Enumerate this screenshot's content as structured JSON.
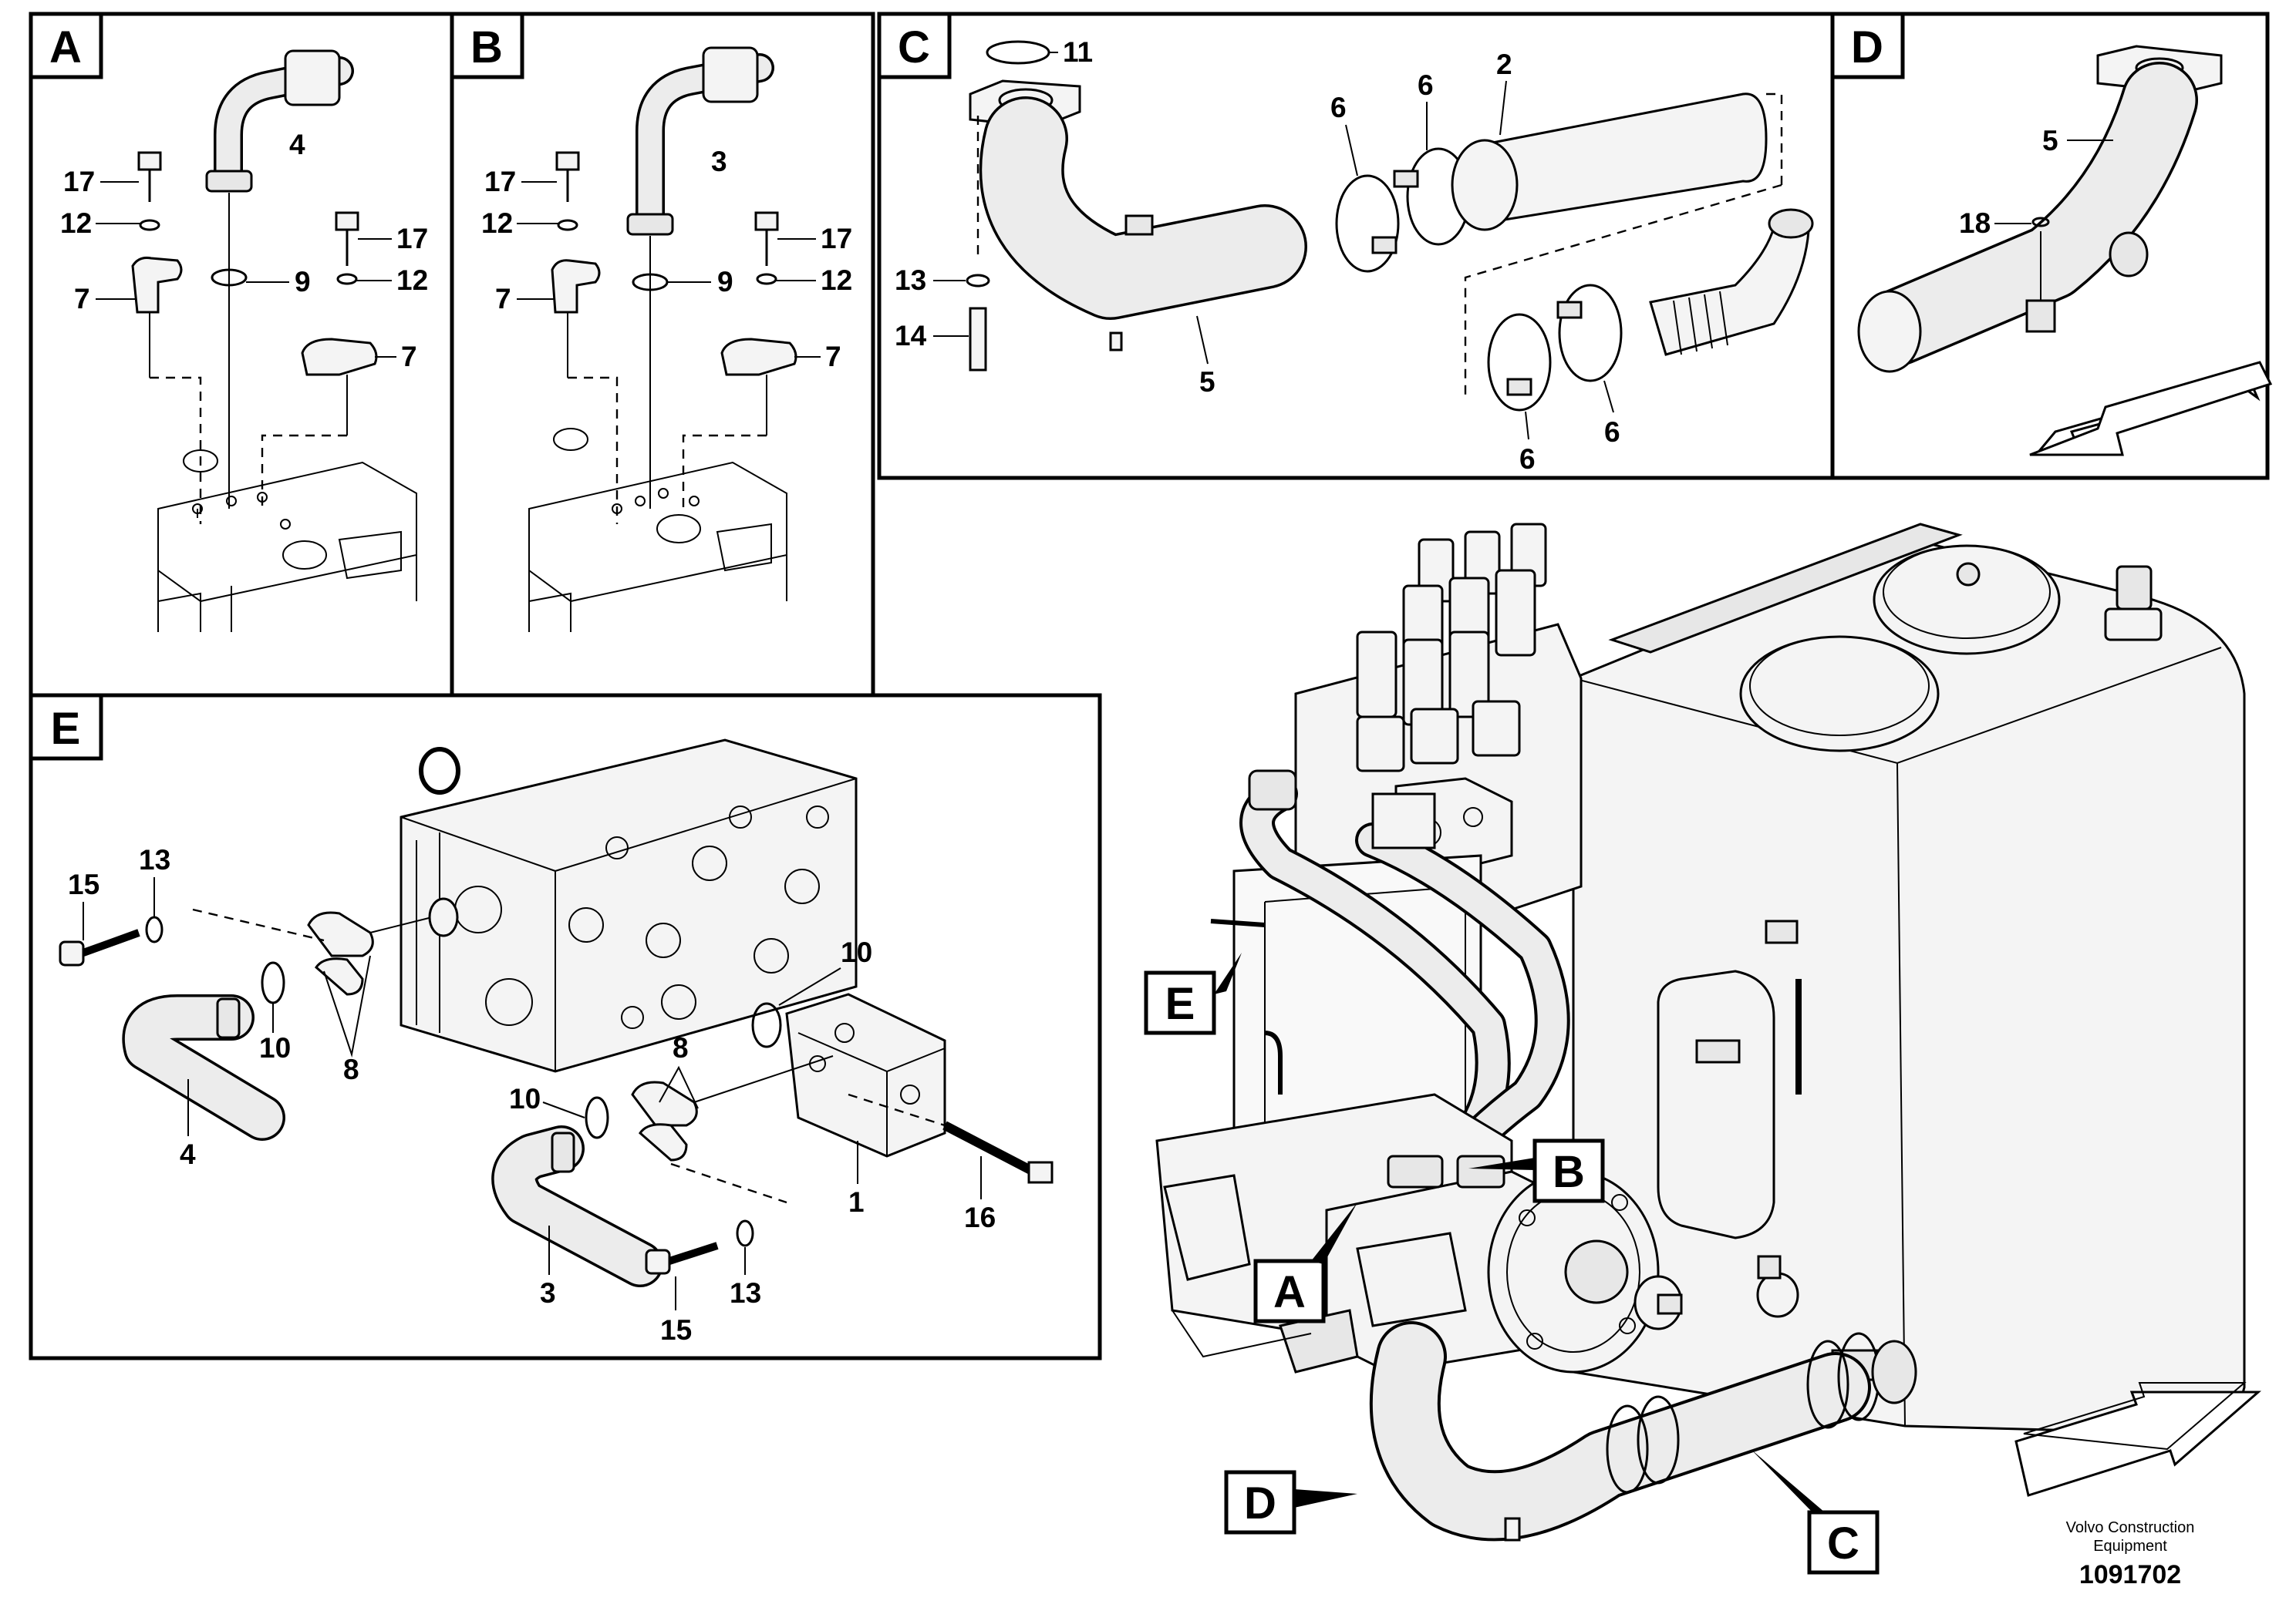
{
  "panels": {
    "a": {
      "letter": "A",
      "callouts": {
        "c4": "4",
        "c17a": "17",
        "c12a": "12",
        "c7a": "7",
        "c9": "9",
        "c17b": "17",
        "c12b": "12",
        "c7b": "7"
      }
    },
    "b": {
      "letter": "B",
      "callouts": {
        "c3": "3",
        "c17a": "17",
        "c12a": "12",
        "c7a": "7",
        "c9": "9",
        "c17b": "17",
        "c12b": "12",
        "c7b": "7"
      }
    },
    "c": {
      "letter": "C",
      "callouts": {
        "c11": "11",
        "c6a": "6",
        "c6b": "6",
        "c2": "2",
        "c13": "13",
        "c14": "14",
        "c5": "5",
        "c6c": "6",
        "c6d": "6"
      }
    },
    "d": {
      "letter": "D",
      "callouts": {
        "c5": "5",
        "c18": "18"
      }
    },
    "e": {
      "letter": "E",
      "callouts": {
        "c15a": "15",
        "c13a": "13",
        "c10a": "10",
        "c10b": "10",
        "c8a": "8",
        "c8b": "8",
        "c4": "4",
        "c10c": "10",
        "c3": "3",
        "c1": "1",
        "c16": "16",
        "c15b": "15",
        "c13b": "13"
      }
    }
  },
  "assembly": {
    "labels": {
      "e": "E",
      "b": "B",
      "a": "A",
      "d": "D",
      "c": "C"
    }
  },
  "credit": {
    "line1": "Volvo Construction",
    "line2": "Equipment",
    "doc_number": "1091702"
  }
}
